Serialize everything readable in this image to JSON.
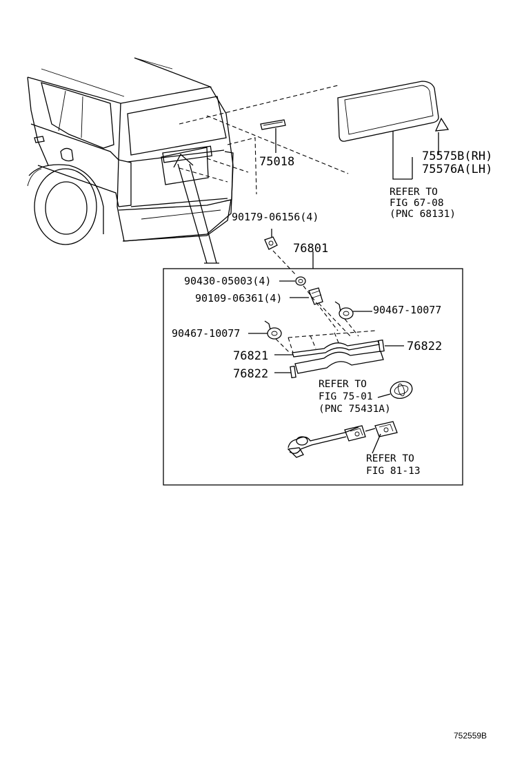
{
  "labels": {
    "p75018": "75018",
    "p75575b": "75575B(RH)",
    "p75576a": "75576A(LH)",
    "ref_67_l1": "REFER TO",
    "ref_67_l2": "FIG 67-08",
    "ref_67_l3": "(PNC 68131)",
    "p90179": "90179-06156(4)",
    "p76801": "76801",
    "p90430": "90430-05003(4)",
    "p90109": "90109-06361(4)",
    "p90467_r": "90467-10077",
    "p90467_l": "90467-10077",
    "p76821": "76821",
    "p76822_r": "76822",
    "p76822_l": "76822",
    "ref_75_l1": "REFER TO",
    "ref_75_l2": "FIG 75-01",
    "ref_75_l3": "(PNC 75431A)",
    "ref_81_l1": "REFER TO",
    "ref_81_l2": "FIG 81-13",
    "diagram_id": "752559B"
  }
}
